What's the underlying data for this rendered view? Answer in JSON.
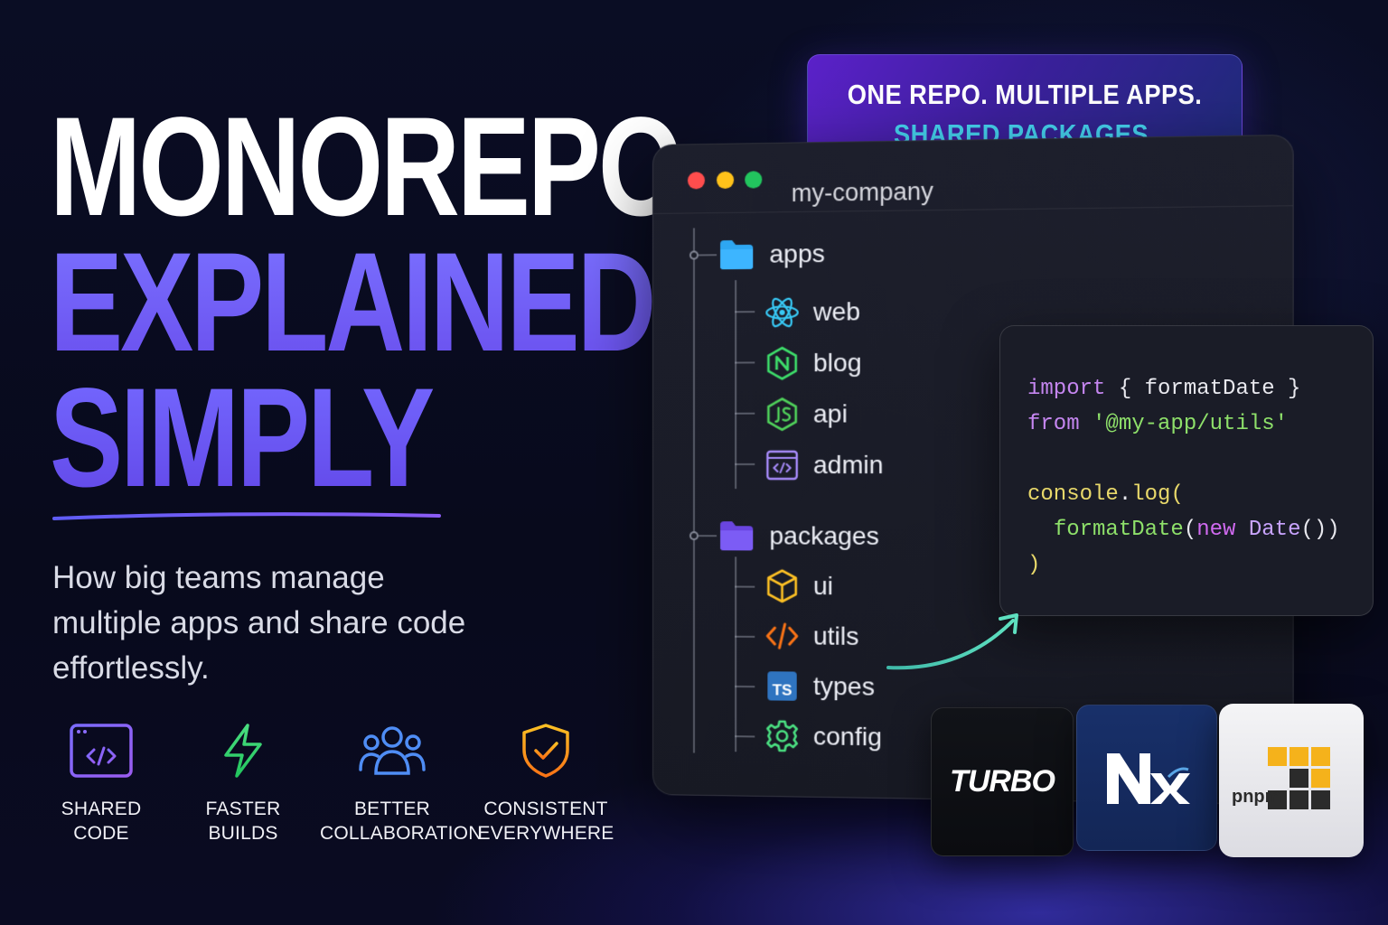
{
  "headline": {
    "line1": "MONOREPO",
    "line2": "EXPLAINED",
    "line3": "SIMPLY"
  },
  "subtitle": "How big teams manage multiple apps and share code effortlessly.",
  "features": [
    {
      "label_1": "SHARED",
      "label_2": "CODE",
      "icon": "code-window-icon"
    },
    {
      "label_1": "FASTER",
      "label_2": "BUILDS",
      "icon": "lightning-icon"
    },
    {
      "label_1": "BETTER",
      "label_2": "COLLABORATION",
      "icon": "people-icon"
    },
    {
      "label_1": "CONSISTENT",
      "label_2": "EVERYWHERE",
      "icon": "shield-check-icon"
    }
  ],
  "badge": {
    "line1": "ONE REPO. MULTIPLE APPS.",
    "line2": "SHARED PACKAGES."
  },
  "window": {
    "title": "my-company",
    "folders": [
      {
        "name": "apps",
        "children": [
          {
            "name": "web",
            "icon": "react-icon"
          },
          {
            "name": "blog",
            "icon": "nextjs-icon"
          },
          {
            "name": "api",
            "icon": "nodejs-icon"
          },
          {
            "name": "admin",
            "icon": "code-window-icon"
          }
        ]
      },
      {
        "name": "packages",
        "children": [
          {
            "name": "ui",
            "icon": "cube-icon"
          },
          {
            "name": "utils",
            "icon": "code-brackets-icon"
          },
          {
            "name": "types",
            "icon": "typescript-icon"
          },
          {
            "name": "config",
            "icon": "gear-icon"
          }
        ]
      }
    ]
  },
  "code": {
    "l1_kw": "import",
    "l1_rest": " { formatDate }",
    "l2_kw": "from",
    "l2_str": " '@my-app/utils'",
    "l4_fn": "console",
    "l4_dot": ".",
    "l4_method": "log",
    "l4_paren": "(",
    "l5_indent": "  ",
    "l5_fn": "formatDate",
    "l5_open": "(",
    "l5_new": "new",
    "l5_space": " ",
    "l5_cls": "Date",
    "l5_close": "())",
    "l6": ")"
  },
  "tools": {
    "turbo": "TURBO",
    "pnpm": "pnpm"
  },
  "colors": {
    "accent_purple": "#6f62f5",
    "badge_cyan": "#45d3f0",
    "background": "#0a0d24"
  }
}
